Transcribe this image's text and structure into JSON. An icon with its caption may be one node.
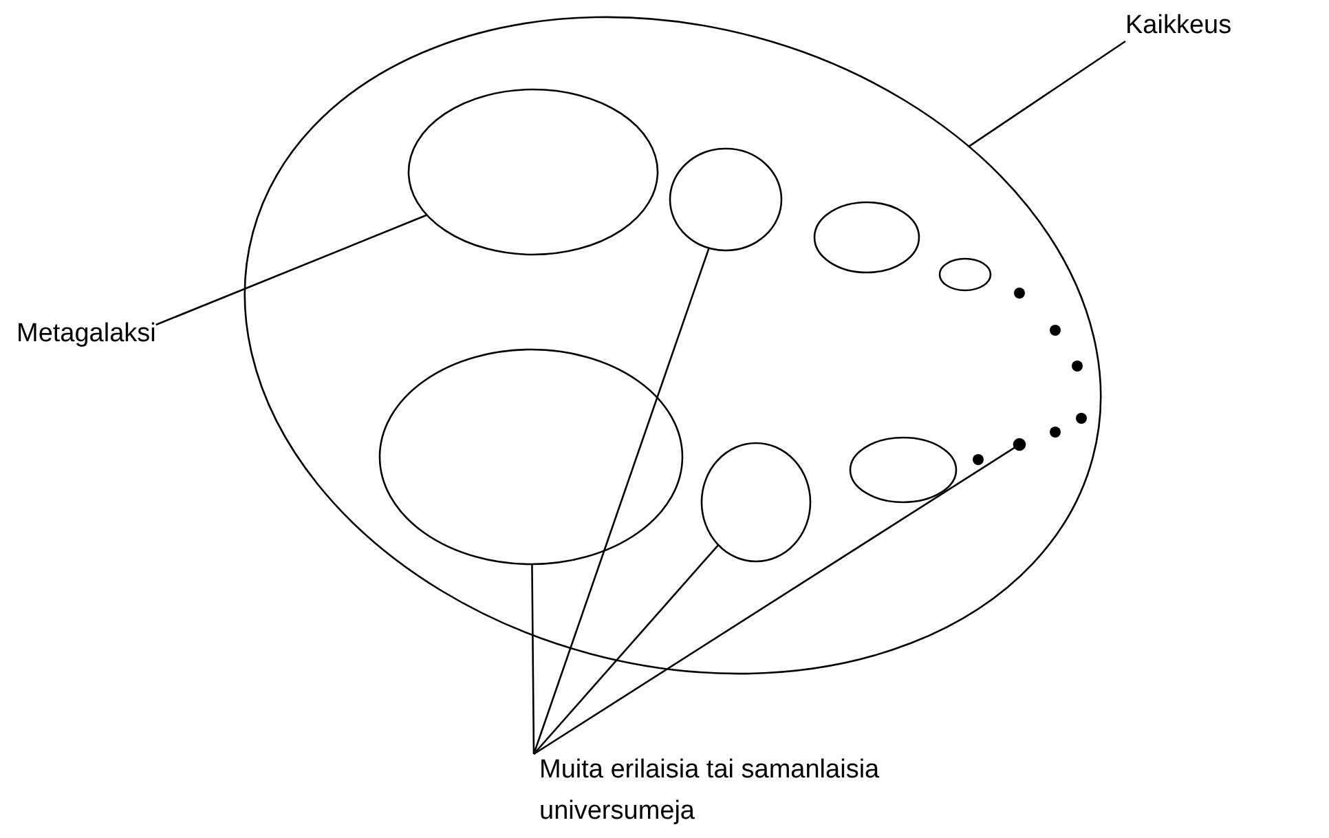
{
  "diagram": {
    "nodes": [
      {
        "text": [
          "Kaikkeus"
        ]
      },
      {
        "text": [],
        "shape": "circle"
      },
      {
        "text": [],
        "shape": "circle",
        "in": 1
      },
      {
        "text": [],
        "shape": "circle",
        "in": 1
      },
      {
        "text": [],
        "shape": "circle",
        "in": 1
      },
      {
        "text": [],
        "shape": "circle",
        "in": 1
      },
      {
        "text": [
          "Metagalaksi"
        ]
      },
      {
        "text": [],
        "shape": "circle",
        "in": 1
      },
      {
        "text": [],
        "shape": "circle",
        "in": 1
      },
      {
        "text": [],
        "shape": "circle",
        "in": 1
      },
      {
        "text": [],
        "shape": "dot",
        "in": 1
      },
      {
        "text": [
          "Muita erilaisia tai samanlaisia universumeja"
        ]
      }
    ],
    "edges": [
      {
        "from": 0,
        "to": 1,
        "arrow": "none"
      },
      {
        "from": 6,
        "to": 2,
        "arrow": "none"
      },
      {
        "from": 11,
        "to": 7,
        "arrow": "none"
      },
      {
        "from": 11,
        "to": 3,
        "arrow": "none"
      },
      {
        "from": 11,
        "to": 8,
        "arrow": "none"
      },
      {
        "from": 11,
        "to": 10,
        "arrow": "none"
      }
    ]
  }
}
